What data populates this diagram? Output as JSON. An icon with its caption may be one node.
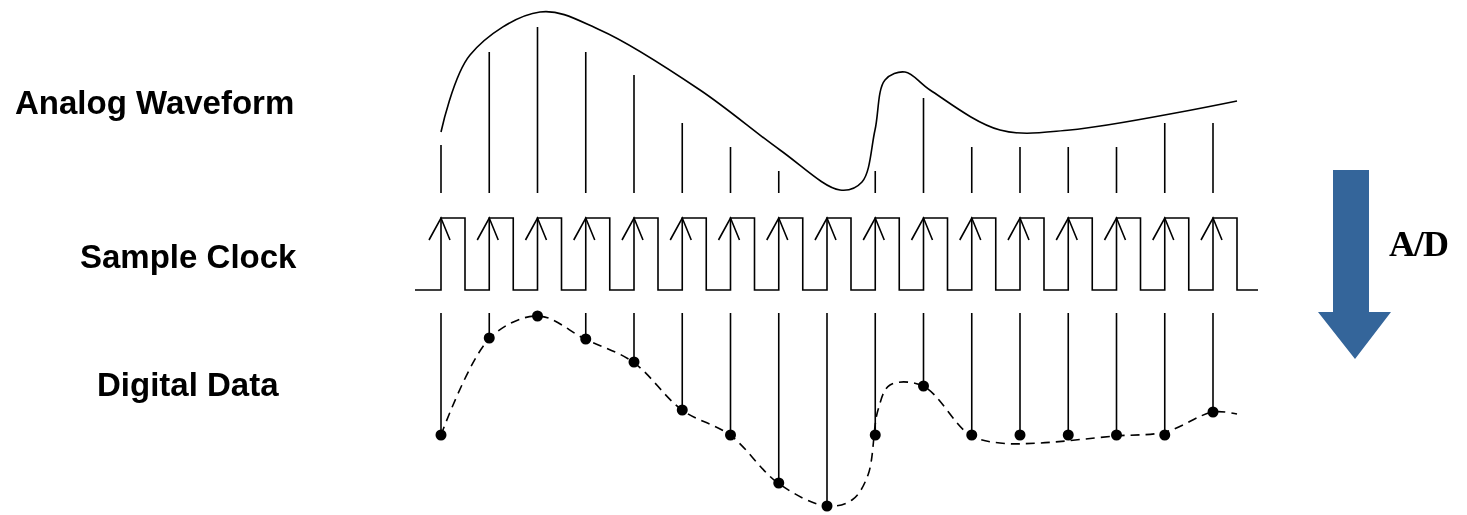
{
  "diagram": {
    "labels": [
      "Analog Waveform",
      "Sample Clock",
      "Digital Data",
      "A/D"
    ]
  }
}
